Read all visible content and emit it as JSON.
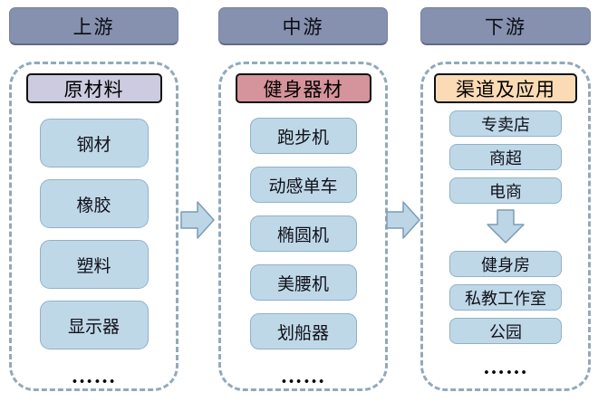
{
  "diagram": {
    "columns": [
      {
        "header": "上游",
        "group_label": "原材料",
        "items": [
          "钢材",
          "橡胶",
          "塑料",
          "显示器"
        ],
        "ellipsis": "……"
      },
      {
        "header": "中游",
        "group_label": "健身器材",
        "items": [
          "跑步机",
          "动感单车",
          "椭圆机",
          "美腰机",
          "划船器"
        ],
        "ellipsis": "……"
      },
      {
        "header": "下游",
        "group_label": "渠道及应用",
        "channel_items": [
          "专卖店",
          "商超",
          "电商"
        ],
        "application_items": [
          "健身房",
          "私教工作室",
          "公园"
        ],
        "ellipsis": "……"
      }
    ],
    "colors": {
      "header_bg": "#8591AF",
      "item_bg": "#BFD8E8",
      "item_border": "#8FB2C9",
      "raw_material_label_bg": "#CCCBDF",
      "equipment_label_bg": "#D5939B",
      "channel_label_bg": "#FBDBB5",
      "dashed_border": "#92A9BB",
      "arrow_fill": "#BCD6E6",
      "arrow_border": "#7C9CB5"
    }
  }
}
